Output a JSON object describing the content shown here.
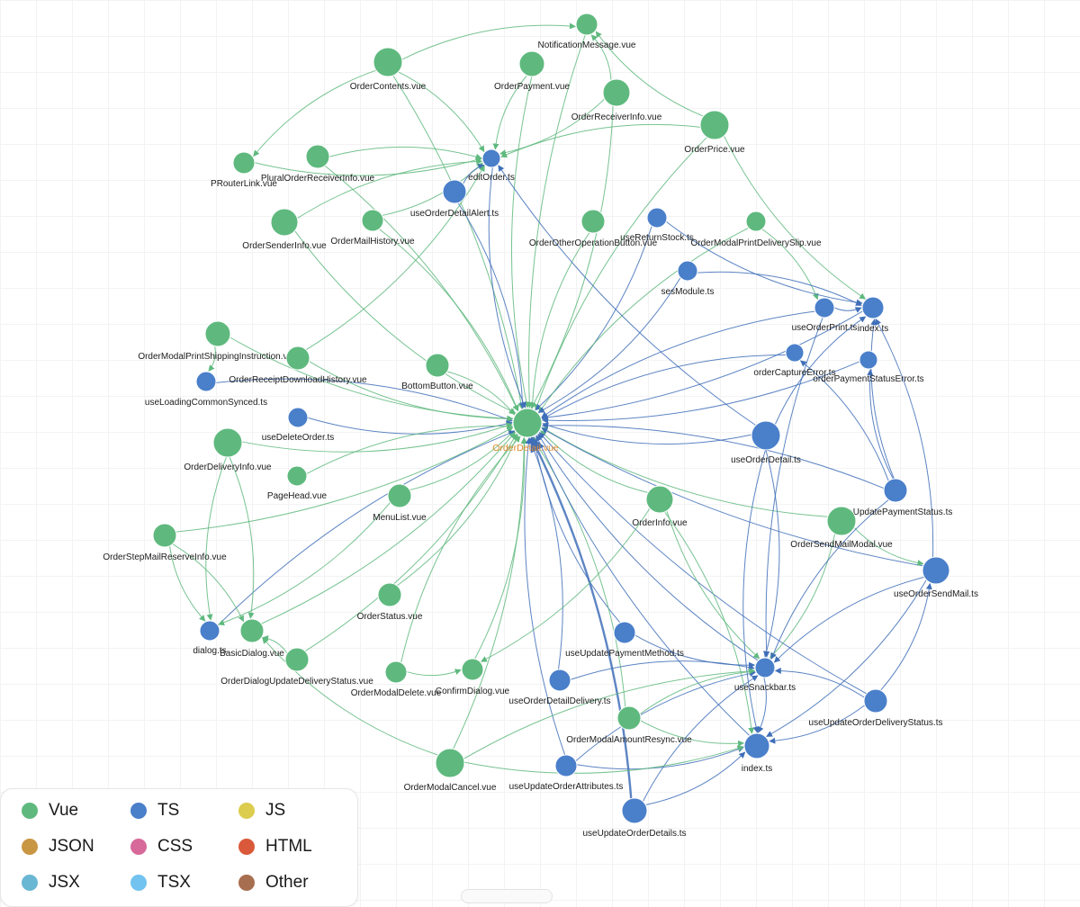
{
  "legend": [
    {
      "label": "Vue",
      "color": "#5fb97e"
    },
    {
      "label": "TS",
      "color": "#4a7fca"
    },
    {
      "label": "JS",
      "color": "#dccd4e"
    },
    {
      "label": "JSON",
      "color": "#c99643"
    },
    {
      "label": "CSS",
      "color": "#d7699a"
    },
    {
      "label": "HTML",
      "color": "#d9593a"
    },
    {
      "label": "JSX",
      "color": "#6ab7d3"
    },
    {
      "label": "TSX",
      "color": "#72c3ef"
    },
    {
      "label": "Other",
      "color": "#a86e50"
    }
  ],
  "colors": {
    "vue": "#5fb97e",
    "ts": "#4a7fca",
    "highlight": "#e08a2e"
  },
  "nodes": [
    {
      "id": "center",
      "label": "OrderDetail.vue",
      "type": "vue",
      "highlight": true
    },
    {
      "id": "notif",
      "label": "NotificationMessage.vue",
      "type": "vue"
    },
    {
      "id": "contents",
      "label": "OrderContents.vue",
      "type": "vue"
    },
    {
      "id": "payment",
      "label": "OrderPayment.vue",
      "type": "vue"
    },
    {
      "id": "receiver",
      "label": "OrderReceiverInfo.vue",
      "type": "vue"
    },
    {
      "id": "price",
      "label": "OrderPrice.vue",
      "type": "vue"
    },
    {
      "id": "prouter",
      "label": "PRouterLink.vue",
      "type": "vue"
    },
    {
      "id": "plural",
      "label": "PluralOrderReceiverInfo.vue",
      "type": "vue"
    },
    {
      "id": "editorder",
      "label": "editOrder.ts",
      "type": "ts"
    },
    {
      "id": "alert",
      "label": "useOrderDetailAlert.ts",
      "type": "ts"
    },
    {
      "id": "sender",
      "label": "OrderSenderInfo.vue",
      "type": "vue"
    },
    {
      "id": "mailhist",
      "label": "OrderMailHistory.vue",
      "type": "vue"
    },
    {
      "id": "otherop",
      "label": "OrderOtherOperationButton.vue",
      "type": "vue"
    },
    {
      "id": "retstock",
      "label": "useReturnStock.ts",
      "type": "ts"
    },
    {
      "id": "slip",
      "label": "OrderModalPrintDeliverySlip.vue",
      "type": "vue"
    },
    {
      "id": "ses",
      "label": "sesModule.ts",
      "type": "ts"
    },
    {
      "id": "print",
      "label": "useOrderPrint.ts",
      "type": "ts"
    },
    {
      "id": "idx1",
      "label": "index.ts",
      "type": "ts"
    },
    {
      "id": "shipping",
      "label": "OrderModalPrintShippingInstruction.vue",
      "type": "vue"
    },
    {
      "id": "loading",
      "label": "useLoadingCommonSynced.ts",
      "type": "ts"
    },
    {
      "id": "receipt",
      "label": "OrderReceiptDownloadHistory.vue",
      "type": "vue"
    },
    {
      "id": "bottom",
      "label": "BottomButton.vue",
      "type": "vue"
    },
    {
      "id": "capture",
      "label": "orderCaptureError.ts",
      "type": "ts"
    },
    {
      "id": "payerr",
      "label": "orderPaymentStatusError.ts",
      "type": "ts"
    },
    {
      "id": "delete",
      "label": "useDeleteOrder.ts",
      "type": "ts"
    },
    {
      "id": "detail",
      "label": "useOrderDetail.ts",
      "type": "ts"
    },
    {
      "id": "delivinfo",
      "label": "OrderDeliveryInfo.vue",
      "type": "vue"
    },
    {
      "id": "pagehead",
      "label": "PageHead.vue",
      "type": "vue"
    },
    {
      "id": "menulist",
      "label": "MenuList.vue",
      "type": "vue"
    },
    {
      "id": "orderinfo",
      "label": "OrderInfo.vue",
      "type": "vue"
    },
    {
      "id": "paystatus",
      "label": "useUpdatePaymentStatus.ts",
      "type": "ts"
    },
    {
      "id": "sendmailmodal",
      "label": "OrderSendMailModal.vue",
      "type": "vue"
    },
    {
      "id": "stepmail",
      "label": "OrderStepMailReserveInfo.vue",
      "type": "vue"
    },
    {
      "id": "sendmail",
      "label": "useOrderSendMail.ts",
      "type": "ts"
    },
    {
      "id": "status",
      "label": "OrderStatus.vue",
      "type": "vue"
    },
    {
      "id": "dialog",
      "label": "dialog.ts",
      "type": "ts"
    },
    {
      "id": "basicdialog",
      "label": "BasicDialog.vue",
      "type": "vue"
    },
    {
      "id": "paymethod",
      "label": "useUpdatePaymentMethod.ts",
      "type": "ts"
    },
    {
      "id": "dlgdelivery",
      "label": "OrderDialogUpdateDeliveryStatus.vue",
      "type": "vue"
    },
    {
      "id": "modaldelete",
      "label": "OrderModalDelete.vue",
      "type": "vue"
    },
    {
      "id": "confirm",
      "label": "ConfirmDialog.vue",
      "type": "vue"
    },
    {
      "id": "snackbar",
      "label": "useSnackbar.ts",
      "type": "ts"
    },
    {
      "id": "detaildeliv",
      "label": "useOrderDetailDelivery.ts",
      "type": "ts"
    },
    {
      "id": "delivstatus",
      "label": "useUpdateOrderDeliveryStatus.ts",
      "type": "ts"
    },
    {
      "id": "resync",
      "label": "OrderModalAmountResync.vue",
      "type": "vue"
    },
    {
      "id": "idx2",
      "label": "index.ts",
      "type": "ts"
    },
    {
      "id": "cancel",
      "label": "OrderModalCancel.vue",
      "type": "vue"
    },
    {
      "id": "attrs",
      "label": "useUpdateOrderAttributes.ts",
      "type": "ts"
    },
    {
      "id": "details",
      "label": "useUpdateOrderDetails.ts",
      "type": "ts"
    }
  ],
  "edges": [
    [
      "notif",
      "center"
    ],
    [
      "contents",
      "center"
    ],
    [
      "payment",
      "center"
    ],
    [
      "receiver",
      "center"
    ],
    [
      "price",
      "center"
    ],
    [
      "plural",
      "center"
    ],
    [
      "editorder",
      "center"
    ],
    [
      "alert",
      "center"
    ],
    [
      "sender",
      "center"
    ],
    [
      "mailhist",
      "center"
    ],
    [
      "otherop",
      "center"
    ],
    [
      "retstock",
      "center"
    ],
    [
      "slip",
      "center"
    ],
    [
      "ses",
      "center"
    ],
    [
      "print",
      "center"
    ],
    [
      "idx1",
      "center"
    ],
    [
      "shipping",
      "center"
    ],
    [
      "loading",
      "center"
    ],
    [
      "receipt",
      "center"
    ],
    [
      "bottom",
      "center"
    ],
    [
      "capture",
      "center"
    ],
    [
      "payerr",
      "center"
    ],
    [
      "delete",
      "center"
    ],
    [
      "detail",
      "center"
    ],
    [
      "delivinfo",
      "center"
    ],
    [
      "pagehead",
      "center"
    ],
    [
      "menulist",
      "center"
    ],
    [
      "orderinfo",
      "center"
    ],
    [
      "paystatus",
      "center"
    ],
    [
      "sendmailmodal",
      "center"
    ],
    [
      "stepmail",
      "center"
    ],
    [
      "sendmail",
      "center"
    ],
    [
      "status",
      "center"
    ],
    [
      "dialog",
      "center"
    ],
    [
      "basicdialog",
      "center"
    ],
    [
      "paymethod",
      "center"
    ],
    [
      "dlgdelivery",
      "center"
    ],
    [
      "modaldelete",
      "center"
    ],
    [
      "confirm",
      "center"
    ],
    [
      "snackbar",
      "center"
    ],
    [
      "detaildeliv",
      "center"
    ],
    [
      "delivstatus",
      "center"
    ],
    [
      "resync",
      "center"
    ],
    [
      "idx2",
      "center"
    ],
    [
      "cancel",
      "center"
    ],
    [
      "attrs",
      "center"
    ],
    [
      "details",
      "center"
    ],
    [
      "contents",
      "notif"
    ],
    [
      "receiver",
      "notif"
    ],
    [
      "price",
      "notif"
    ],
    [
      "contents",
      "prouter"
    ],
    [
      "contents",
      "editorder"
    ],
    [
      "payment",
      "editorder"
    ],
    [
      "receiver",
      "editorder"
    ],
    [
      "price",
      "editorder"
    ],
    [
      "plural",
      "editorder"
    ],
    [
      "prouter",
      "editorder"
    ],
    [
      "sender",
      "editorder"
    ],
    [
      "mailhist",
      "editorder"
    ],
    [
      "alert",
      "editorder"
    ],
    [
      "receipt",
      "editorder"
    ],
    [
      "detail",
      "editorder"
    ],
    [
      "price",
      "idx1"
    ],
    [
      "slip",
      "print"
    ],
    [
      "print",
      "idx1"
    ],
    [
      "ses",
      "idx1"
    ],
    [
      "retstock",
      "idx1"
    ],
    [
      "shipping",
      "loading"
    ],
    [
      "delivinfo",
      "dialog"
    ],
    [
      "delivinfo",
      "basicdialog"
    ],
    [
      "stepmail",
      "dialog"
    ],
    [
      "stepmail",
      "basicdialog"
    ],
    [
      "dlgdelivery",
      "basicdialog"
    ],
    [
      "cancel",
      "basicdialog"
    ],
    [
      "modaldelete",
      "confirm"
    ],
    [
      "orderinfo",
      "confirm"
    ],
    [
      "orderinfo",
      "snackbar"
    ],
    [
      "orderinfo",
      "idx2"
    ],
    [
      "sendmailmodal",
      "sendmail"
    ],
    [
      "sendmailmodal",
      "snackbar"
    ],
    [
      "paystatus",
      "snackbar"
    ],
    [
      "paystatus",
      "idx1"
    ],
    [
      "paystatus",
      "capture"
    ],
    [
      "paystatus",
      "payerr"
    ],
    [
      "sendmail",
      "snackbar"
    ],
    [
      "sendmail",
      "idx2"
    ],
    [
      "sendmail",
      "idx1"
    ],
    [
      "detail",
      "snackbar"
    ],
    [
      "detail",
      "idx2"
    ],
    [
      "detail",
      "idx1"
    ],
    [
      "paymethod",
      "snackbar"
    ],
    [
      "detaildeliv",
      "snackbar"
    ],
    [
      "delivstatus",
      "snackbar"
    ],
    [
      "delivstatus",
      "idx2"
    ],
    [
      "delivstatus",
      "sendmail"
    ],
    [
      "resync",
      "snackbar"
    ],
    [
      "resync",
      "idx2"
    ],
    [
      "attrs",
      "snackbar"
    ],
    [
      "attrs",
      "idx2"
    ],
    [
      "details",
      "snackbar"
    ],
    [
      "details",
      "idx2"
    ],
    [
      "cancel",
      "snackbar"
    ],
    [
      "cancel",
      "idx2"
    ],
    [
      "snackbar",
      "idx2"
    ],
    [
      "print",
      "snackbar"
    ],
    [
      "menulist",
      "dialog"
    ]
  ]
}
